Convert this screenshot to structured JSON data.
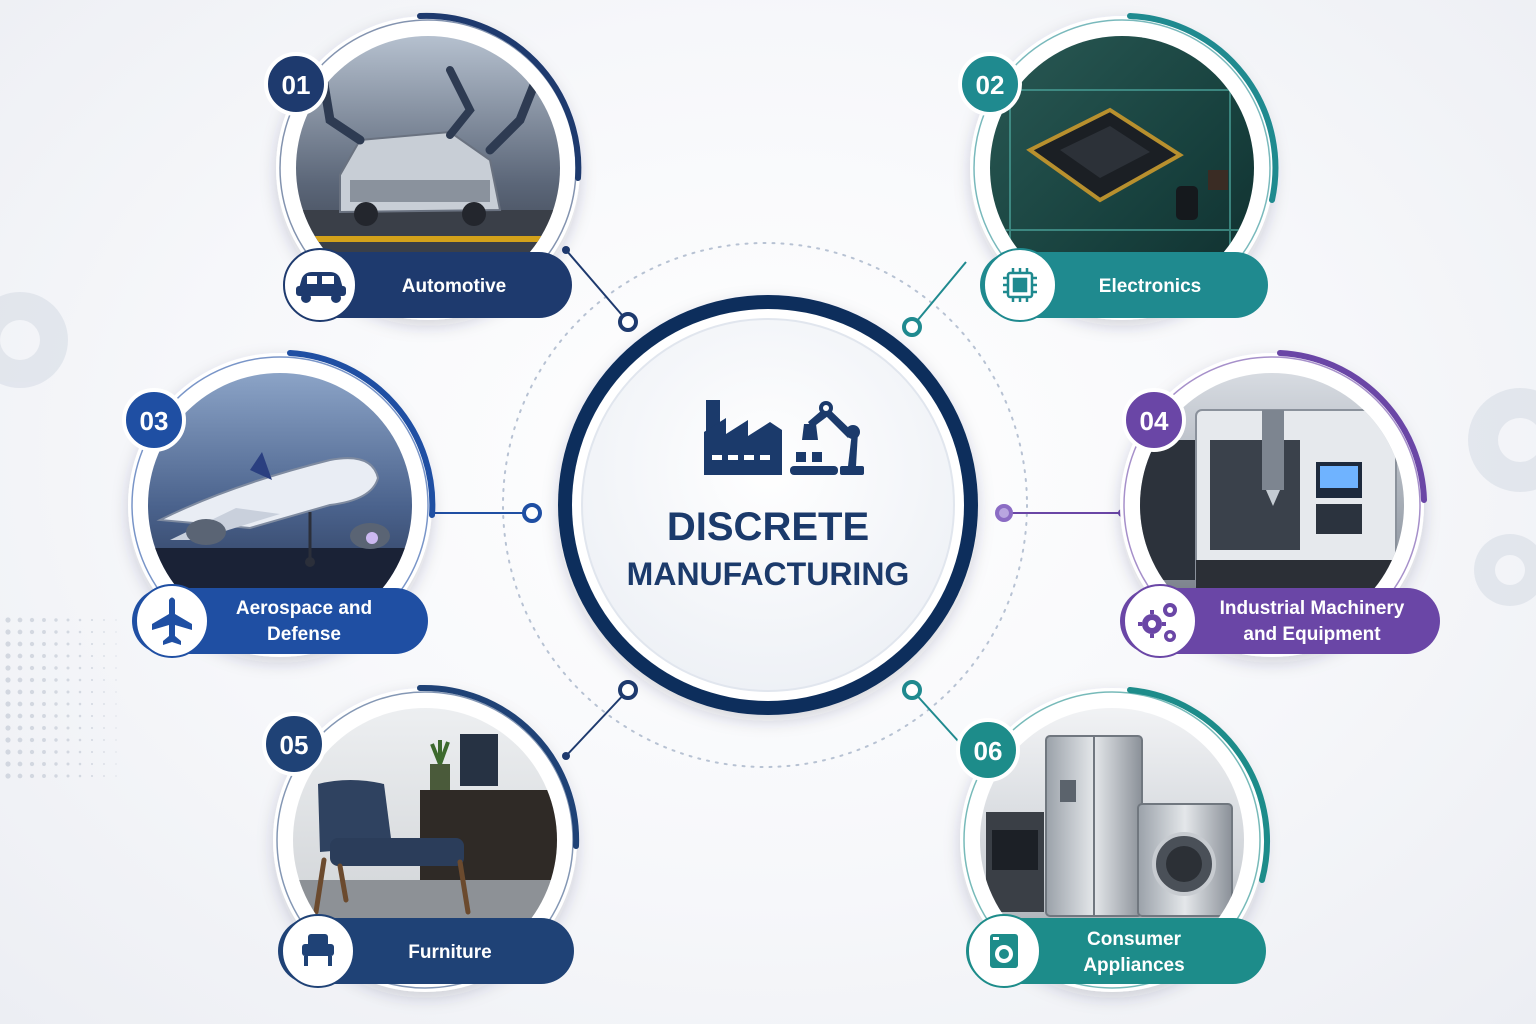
{
  "center": {
    "line1": "DISCRETE",
    "line2": "MANUFACTURING",
    "icon": "factory-robot-arm-icon",
    "color": "#1b3a6b"
  },
  "industries": [
    {
      "number": "01",
      "label_lines": [
        "Automotive"
      ],
      "icon": "car-icon",
      "photo": "car-assembly-line-robots",
      "color": "#1e3a6e"
    },
    {
      "number": "02",
      "label_lines": [
        "Electronics"
      ],
      "icon": "chip-icon",
      "photo": "circuit-board-chip",
      "color": "#1f8a8f"
    },
    {
      "number": "03",
      "label_lines": [
        "Aerospace and",
        "Defense"
      ],
      "icon": "airplane-icon",
      "photo": "airplane-on-runway",
      "color": "#1f4fa3"
    },
    {
      "number": "04",
      "label_lines": [
        "Industrial Machinery",
        "and Equipment"
      ],
      "icon": "gears-icon",
      "photo": "cnc-machine",
      "color": "#6a46a6"
    },
    {
      "number": "05",
      "label_lines": [
        "Furniture"
      ],
      "icon": "armchair-icon",
      "photo": "armchair-and-sideboard",
      "color": "#1f4276"
    },
    {
      "number": "06",
      "label_lines": [
        "Consumer",
        "Appliances"
      ],
      "icon": "washing-machine-icon",
      "photo": "kitchen-appliances",
      "color": "#1d8c8a"
    }
  ]
}
